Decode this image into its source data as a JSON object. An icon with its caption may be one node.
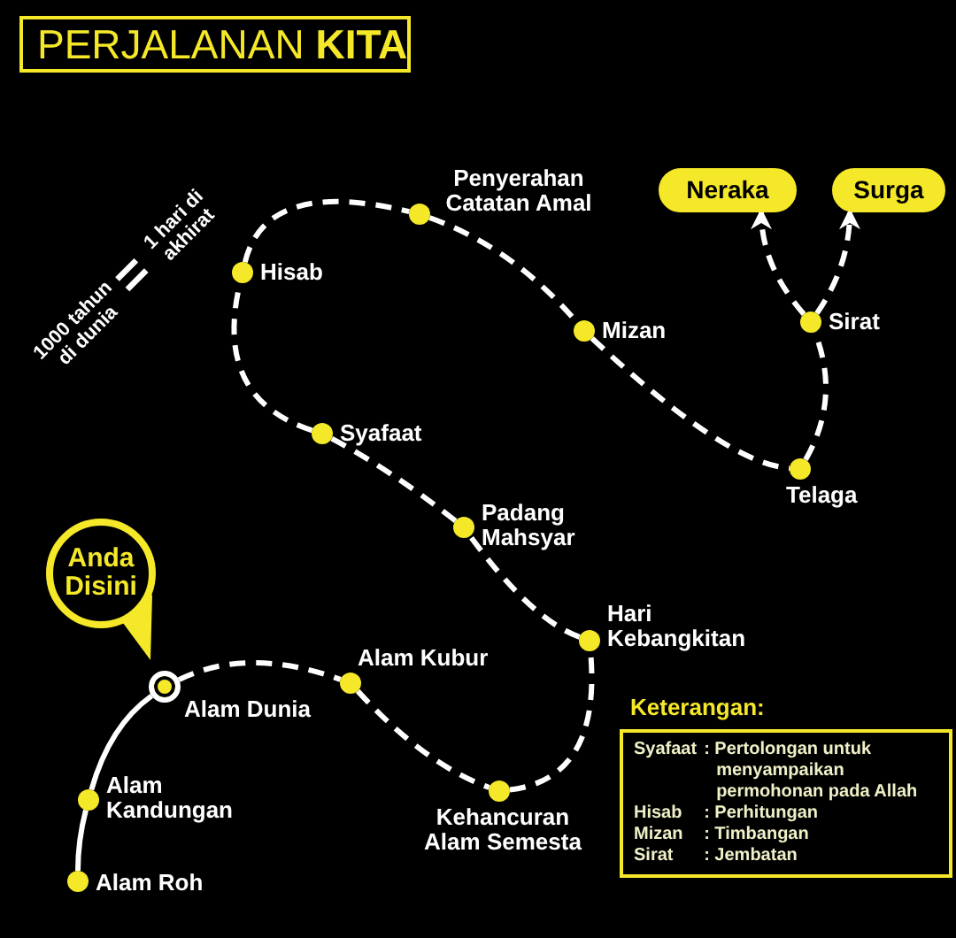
{
  "diagram": {
    "title": "PERJALANAN **KITA**",
    "nodes": [
      {
        "text": [
          "Neraka"
        ]
      },
      {
        "text": [
          "Surga"
        ]
      },
      {
        "text": [
          "Penyerahan Catatan Amal"
        ]
      },
      {
        "text": [
          "Hisab"
        ]
      },
      {
        "text": [
          "Mizan"
        ]
      },
      {
        "text": [
          "Sirat"
        ]
      },
      {
        "text": [
          "Syafaat"
        ]
      },
      {
        "text": [
          "Telaga"
        ]
      },
      {
        "text": [
          "Anda Disini"
        ]
      },
      {
        "text": [
          "Padang Mahsyar"
        ]
      },
      {
        "text": [
          "Hari Kebangkitan"
        ]
      },
      {
        "text": [
          "Alam Kubur"
        ]
      },
      {
        "text": [
          "Alam Dunia"
        ]
      },
      {
        "text": [
          "Keterangan:",
          "Syafaat",
          ": Pertolongan untuk menyampaikan permohonan pada Allah",
          "Hisab",
          ": Perhitungan",
          "Mizan",
          ": Timbangan",
          "Sirat",
          ": Jembatan"
        ]
      },
      {
        "text": [
          "Alam Kandungan"
        ]
      },
      {
        "text": [
          "Kehancuran Alam Semesta"
        ]
      },
      {
        "text": [
          "Alam Roh"
        ]
      }
    ],
    "edges": [
      {
        "from": 16,
        "to": 14,
        "arrow": "none"
      },
      {
        "from": 14,
        "to": 12,
        "arrow": "none"
      },
      {
        "from": 12,
        "to": 11,
        "arrow": "none",
        "style": "dashed"
      },
      {
        "from": 11,
        "to": 15,
        "arrow": "none",
        "style": "dashed"
      },
      {
        "from": 15,
        "to": 10,
        "arrow": "none",
        "style": "dashed"
      },
      {
        "from": 10,
        "to": 9,
        "arrow": "none",
        "style": "dashed"
      },
      {
        "from": 9,
        "to": 6,
        "arrow": "none",
        "style": "dashed"
      },
      {
        "from": 6,
        "to": 3,
        "arrow": "none",
        "style": "dashed"
      },
      {
        "from": 3,
        "to": 2,
        "arrow": "none",
        "style": "dashed"
      },
      {
        "from": 2,
        "to": 4,
        "arrow": "none",
        "style": "dashed"
      },
      {
        "from": 4,
        "to": 7,
        "arrow": "none",
        "style": "dashed"
      },
      {
        "from": 7,
        "to": 5,
        "arrow": "none",
        "style": "dashed"
      },
      {
        "from": 5,
        "to": 0,
        "arrow": "to",
        "style": "dashed"
      },
      {
        "from": 5,
        "to": 1,
        "arrow": "to",
        "style": "dashed"
      }
    ],
    "labels": [
      "1000 tahun di dunia",
      "=",
      "1 hari di akhirat"
    ]
  }
}
